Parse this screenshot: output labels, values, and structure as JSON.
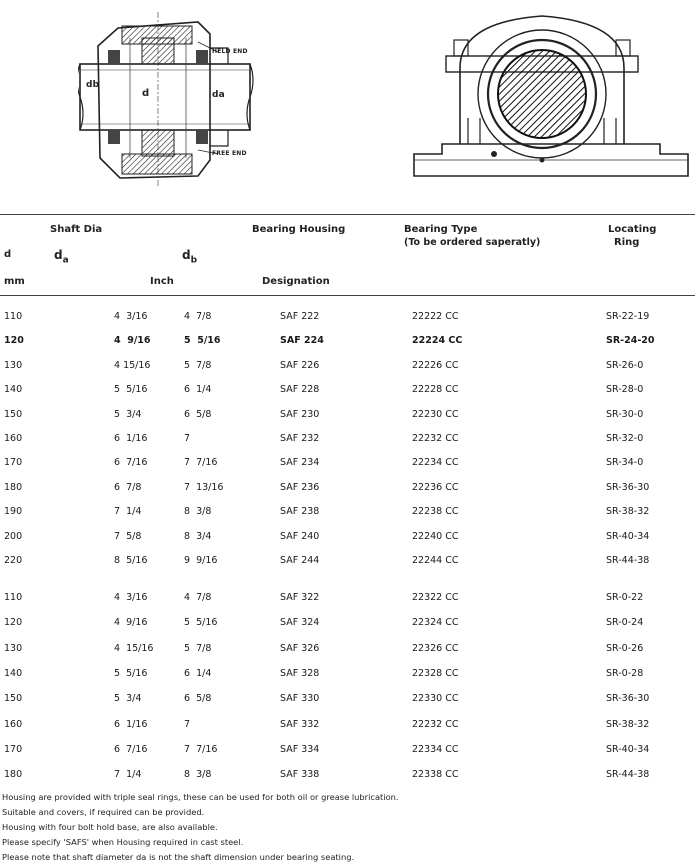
{
  "drawings": {
    "section_view": {
      "held_end_label": "HELD END",
      "free_end_label": "FREE END",
      "label_db": "db",
      "label_d": "d",
      "label_da": "da"
    }
  },
  "header": {
    "shaft_dia": "Shaft Dia",
    "d": "d",
    "da": "d",
    "da_sub": "a",
    "db": "d",
    "db_sub": "b",
    "mm": "mm",
    "inch": "Inch",
    "bearing_housing": "Bearing Housing",
    "designation": "Designation",
    "bearing_type": "Bearing Type",
    "bearing_type_note": "(To be ordered saperatly)",
    "locating": "Locating",
    "ring": "Ring"
  },
  "table": {
    "rows": [
      {
        "mm": "110",
        "da": "4  3/16",
        "db": "4  7/8",
        "housing": "SAF 222",
        "bearing": "22222 CC",
        "ring": "SR-22-19",
        "bold": false
      },
      {
        "mm": "120",
        "da": "4  9/16",
        "db": "5  5/16",
        "housing": "SAF 224",
        "bearing": "22224 CC",
        "ring": "SR-24-20",
        "bold": true
      },
      {
        "mm": "130",
        "da": "4 15/16",
        "db": "5  7/8",
        "housing": "SAF 226",
        "bearing": "22226 CC",
        "ring": "SR-26-0",
        "bold": false
      },
      {
        "mm": "140",
        "da": "5  5/16",
        "db": "6  1/4",
        "housing": "SAF 228",
        "bearing": "22228 CC",
        "ring": "SR-28-0",
        "bold": false
      },
      {
        "mm": "150",
        "da": "5  3/4",
        "db": "6  5/8",
        "housing": "SAF 230",
        "bearing": "22230 CC",
        "ring": "SR-30-0",
        "bold": false
      },
      {
        "mm": "160",
        "da": "6  1/16",
        "db": "7",
        "housing": "SAF 232",
        "bearing": "22232 CC",
        "ring": "SR-32-0",
        "bold": false
      },
      {
        "mm": "170",
        "da": "6  7/16",
        "db": "7  7/16",
        "housing": "SAF 234",
        "bearing": "22234 CC",
        "ring": "SR-34-0",
        "bold": false
      },
      {
        "mm": "180",
        "da": "6  7/8",
        "db": "7  13/16",
        "housing": "SAF 236",
        "bearing": "22236 CC",
        "ring": "SR-36-30",
        "bold": false
      },
      {
        "mm": "190",
        "da": "7  1/4",
        "db": "8  3/8",
        "housing": "SAF 238",
        "bearing": "22238 CC",
        "ring": "SR-38-32",
        "bold": false
      },
      {
        "mm": "200",
        "da": "7  5/8",
        "db": "8  3/4",
        "housing": "SAF 240",
        "bearing": "22240 CC",
        "ring": "SR-40-34",
        "bold": false
      },
      {
        "mm": "220",
        "da": "8  5/16",
        "db": "9  9/16",
        "housing": "SAF 244",
        "bearing": "22244 CC",
        "ring": "SR-44-38",
        "bold": false
      },
      {
        "mm": "110",
        "da": "4  3/16",
        "db": "4  7/8",
        "housing": "SAF 322",
        "bearing": "22322 CC",
        "ring": "SR-0-22",
        "bold": false
      },
      {
        "mm": "120",
        "da": "4  9/16",
        "db": "5  5/16",
        "housing": "SAF 324",
        "bearing": "22324 CC",
        "ring": "SR-0-24",
        "bold": false
      },
      {
        "mm": "130",
        "da": "4  15/16",
        "db": "5  7/8",
        "housing": "SAF 326",
        "bearing": "22326 CC",
        "ring": "SR-0-26",
        "bold": false
      },
      {
        "mm": "140",
        "da": "5  5/16",
        "db": "6  1/4",
        "housing": "SAF 328",
        "bearing": "22328 CC",
        "ring": "SR-0-28",
        "bold": false
      },
      {
        "mm": "150",
        "da": "5  3/4",
        "db": "6  5/8",
        "housing": "SAF 330",
        "bearing": "22330 CC",
        "ring": "SR-36-30",
        "bold": false
      },
      {
        "mm": "160",
        "da": "6  1/16",
        "db": "7",
        "housing": "SAF 332",
        "bearing": "22232 CC",
        "ring": "SR-38-32",
        "bold": false
      },
      {
        "mm": "170",
        "da": "6  7/16",
        "db": "7  7/16",
        "housing": "SAF 334",
        "bearing": "22334 CC",
        "ring": "SR-40-34",
        "bold": false
      },
      {
        "mm": "180",
        "da": "7  1/4",
        "db": "8  3/8",
        "housing": "SAF 338",
        "bearing": "22338 CC",
        "ring": "SR-44-38",
        "bold": false
      }
    ]
  },
  "notes": [
    "Housing are provided with triple seal rings, these can be used for both oil or grease lubrication.",
    "Suitable and covers, if required can be provided.",
    "Housing with four bolt hold base, are also available.",
    "Please specify 'SAFS' when Housing required in cast steel.",
    "Please note that shaft diameter da is not the shaft dimension under bearing seating."
  ]
}
